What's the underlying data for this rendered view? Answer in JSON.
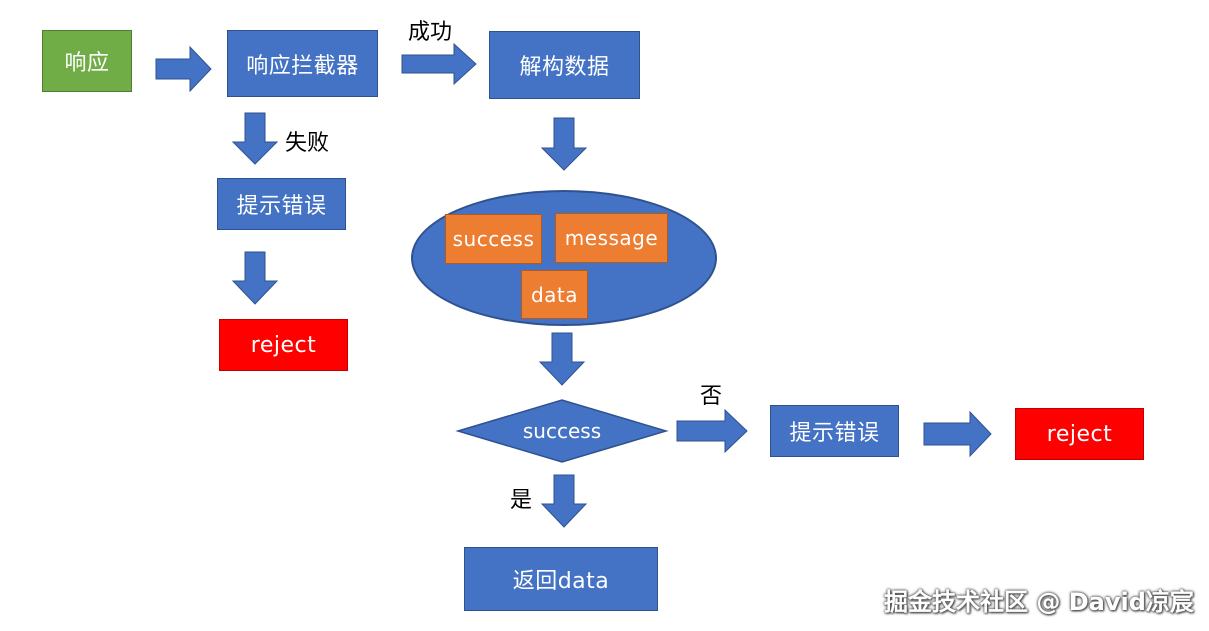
{
  "colors": {
    "box_blue": "#4472c4",
    "start_green": "#70ad47",
    "reject_red": "#ff0000",
    "field_orange": "#ed7d31",
    "arrow_blue": "#4472c4"
  },
  "nodes": {
    "response": "响应",
    "interceptor": "响应拦截器",
    "destructure": "解构数据",
    "show_error_left": "提示错误",
    "reject_left": "reject",
    "field_success": "success",
    "field_message": "message",
    "field_data": "data",
    "decision": "success",
    "show_error_right": "提示错误",
    "reject_right": "reject",
    "return_data": "返回data"
  },
  "edge_labels": {
    "success": "成功",
    "failure": "失败",
    "no": "否",
    "yes": "是"
  },
  "watermark": "掘金技术社区 @ David凉宸"
}
